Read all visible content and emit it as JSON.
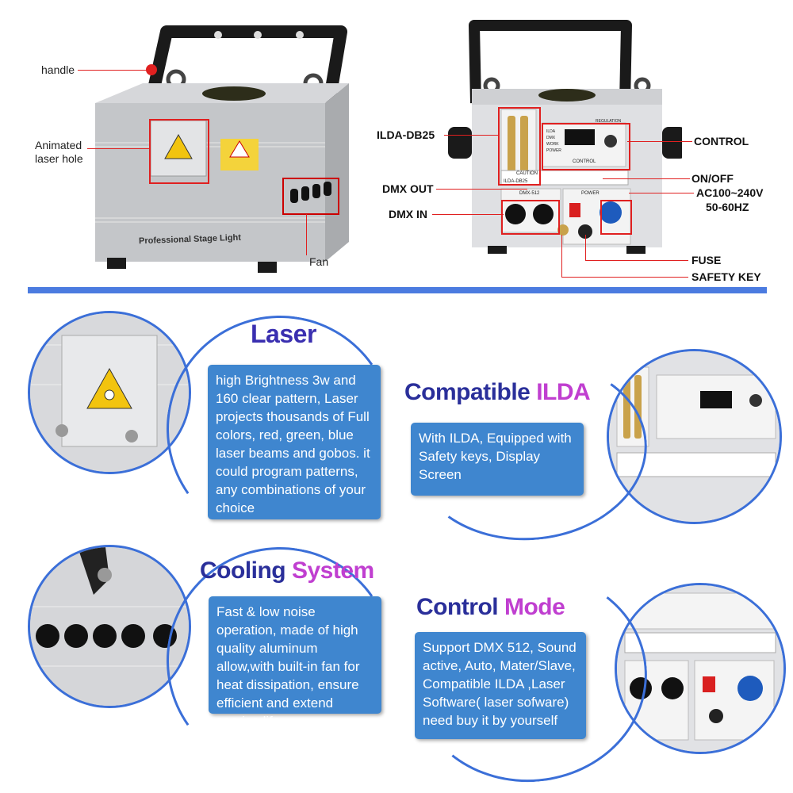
{
  "top_left": {
    "labels": {
      "handle": "handle",
      "laser_hole_line1": "Animated",
      "laser_hole_line2": "laser hole",
      "fan": "Fan",
      "device_text": "Professional Stage Light"
    }
  },
  "top_right": {
    "labels": {
      "ilda": "ILDA-DB25",
      "dmx_out": "DMX OUT",
      "dmx_in": "DMX IN",
      "control": "CONTROL",
      "onoff": "ON/OFF",
      "ac_line1": "AC100~240V",
      "ac_line2": "50-60HZ",
      "fuse": "FUSE",
      "safety_key": "SAFETY KEY"
    },
    "panel": {
      "ilda": "ILDA-DB25",
      "control": "CONTROL",
      "regulation": "REGULATION",
      "caution": "CAUTION",
      "dmx512": "DMX-512",
      "power": "POWER",
      "leds": [
        "ILDA",
        "DMX",
        "WORK",
        "POWER"
      ]
    }
  },
  "features": {
    "laser": {
      "title_a": "Laser",
      "text": "high Brightness 3w and 160 clear pattern, Laser projects thousands of Full colors, red, green, blue laser beams and gobos. it could program patterns, any combinations of your choice"
    },
    "ilda": {
      "title_a": "Compatible ",
      "title_b": "ILDA",
      "text": "With ILDA, Equipped with Safety keys, Display Screen"
    },
    "cooling": {
      "title_a": "Cooling ",
      "title_b": "System",
      "text": "Fast & low noise operation, made of high quality aluminum allow,with built-in fan for heat dissipation, ensure efficient and extend service life"
    },
    "control": {
      "title_a": "Control ",
      "title_b": "Mode",
      "text": "Support DMX 512, Sound active, Auto, Mater/Slave, Compatible ILDA ,Laser Software( laser sofware) need buy it by yourself"
    }
  },
  "colors": {
    "accent_blue": "#4b7be0",
    "box_blue": "#3f86cf",
    "title_blue": "#2a2f9a",
    "title_pink": "#c03fd0",
    "callout_red": "#e02020"
  }
}
